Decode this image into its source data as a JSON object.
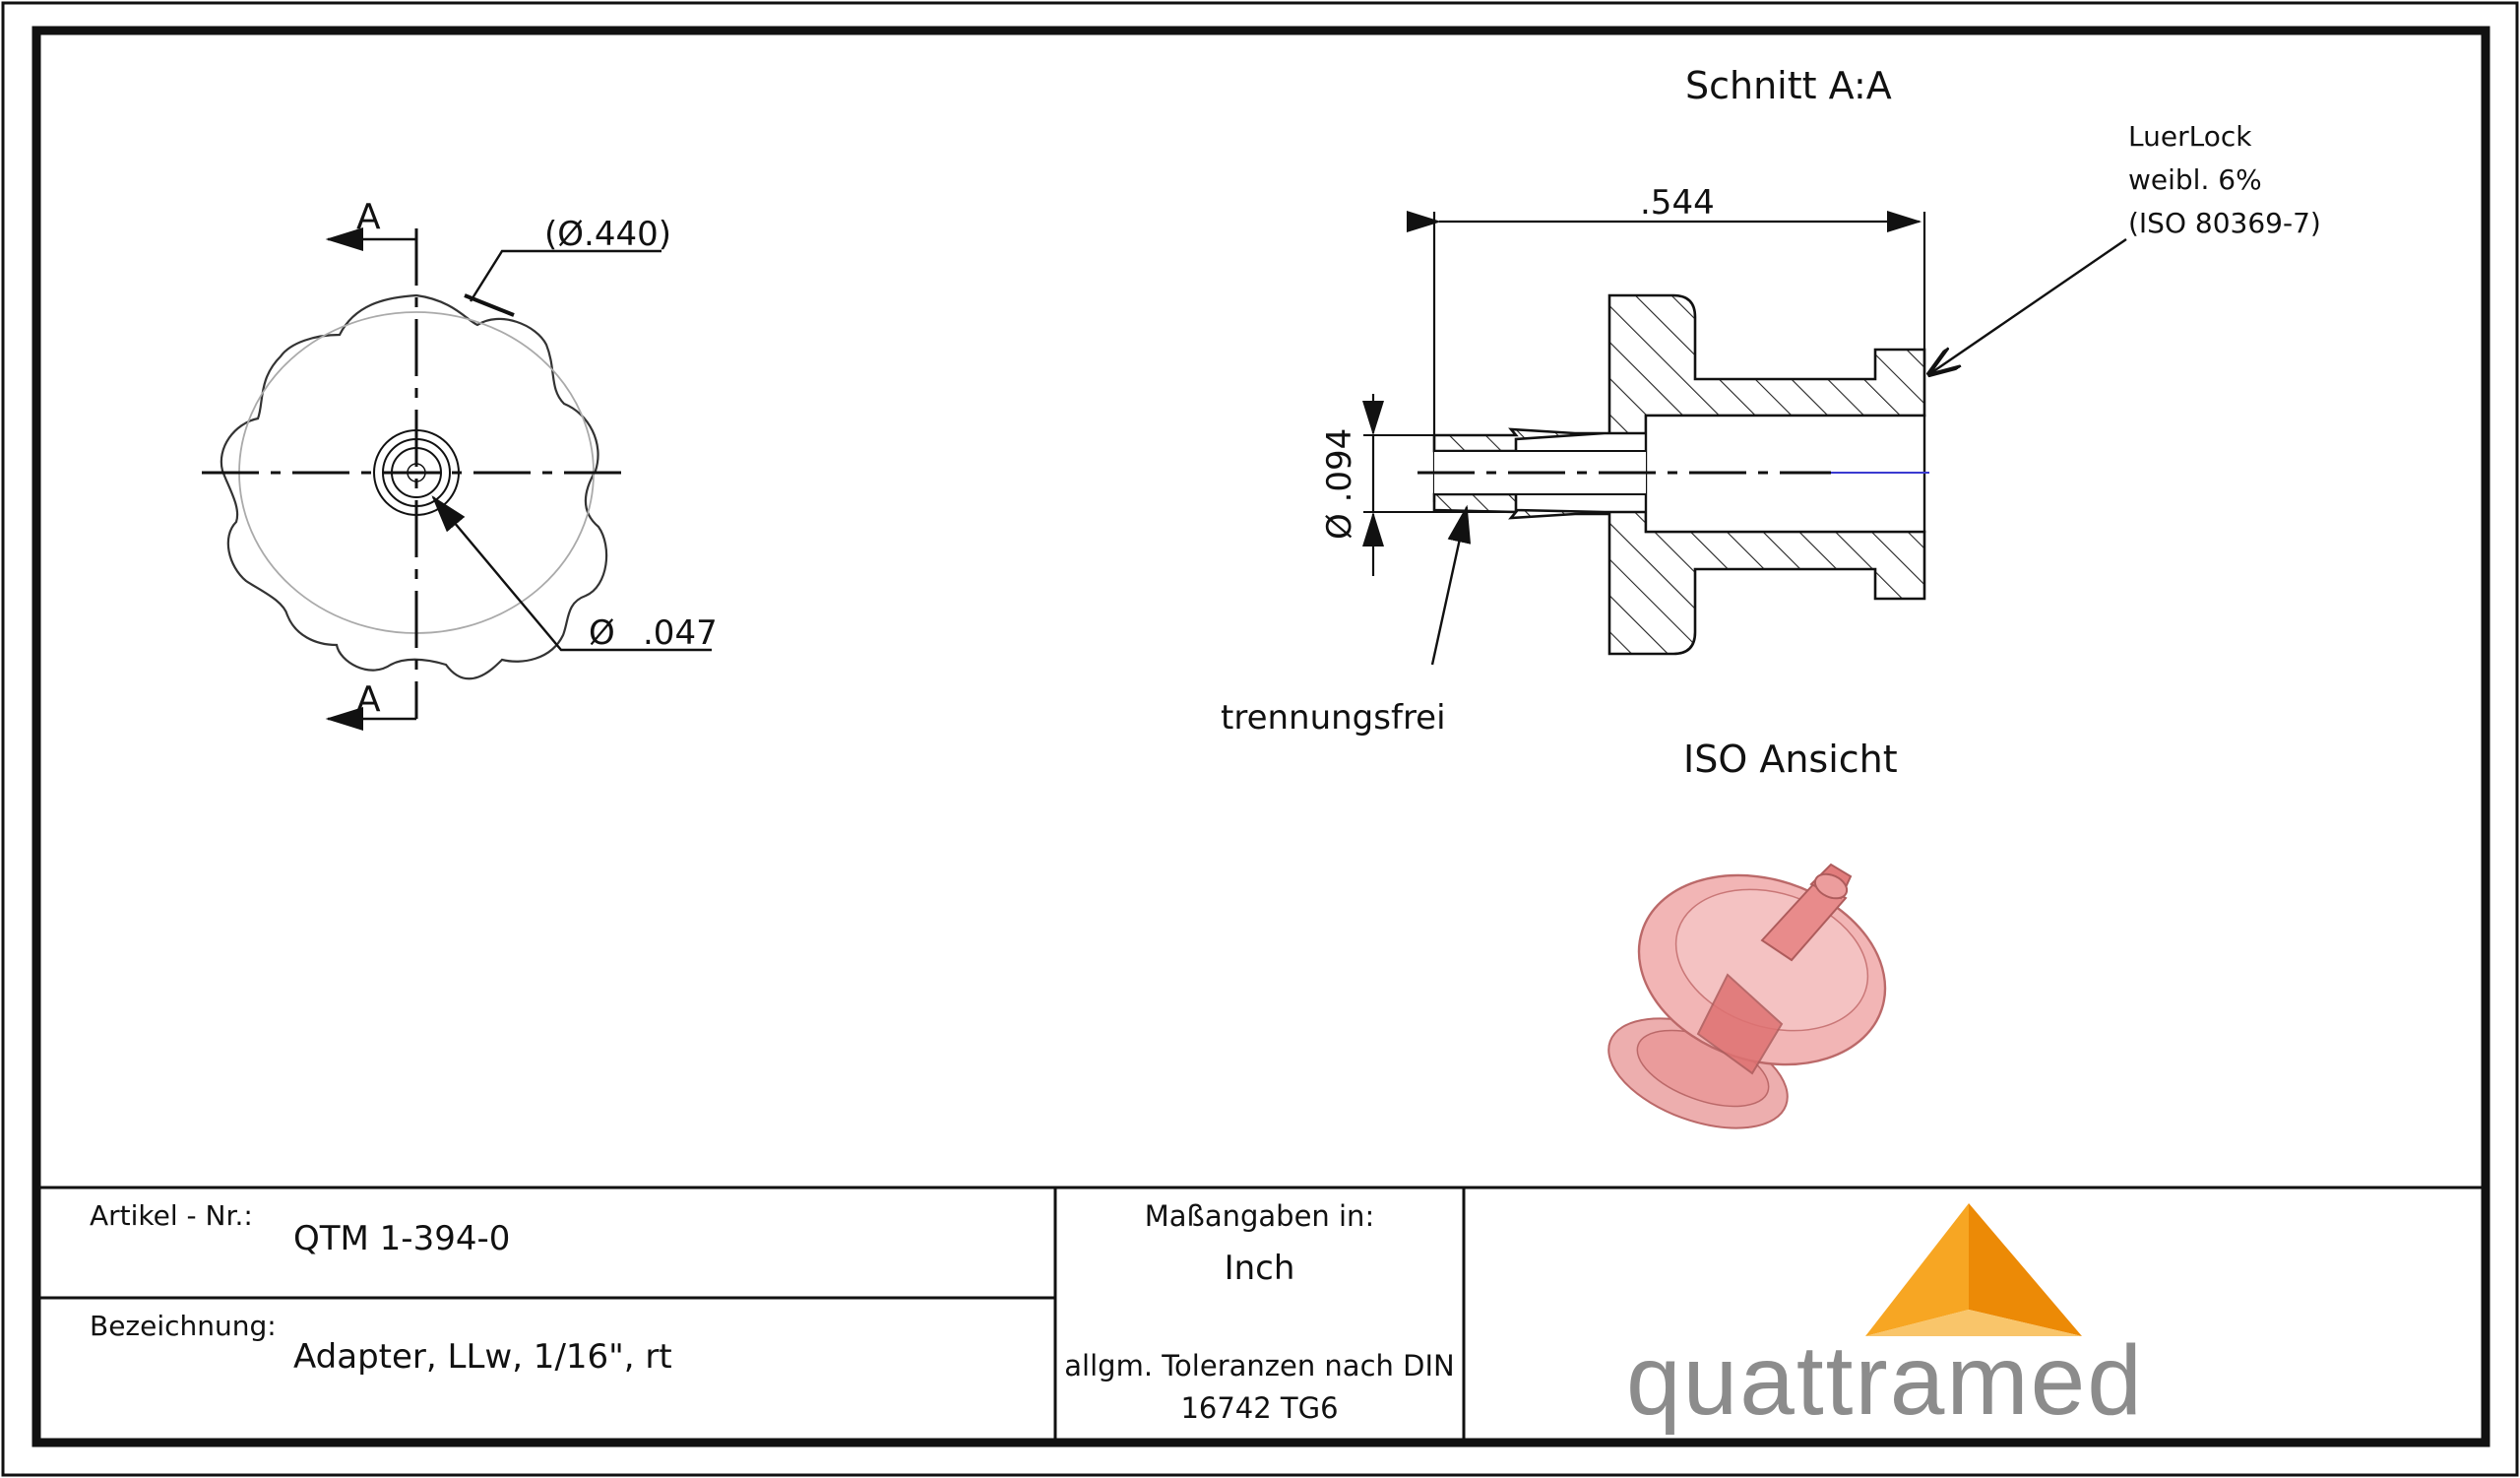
{
  "front_view": {
    "section_marker": "A",
    "diameter_ref": "(Ø.440)",
    "diameter_bore_symbol": "Ø",
    "diameter_bore_value": ".047"
  },
  "section_view": {
    "title": "Schnitt A:A",
    "length_dim": ".544",
    "diameter_dim": "Ø .094",
    "callout_free": "trennungsfrei",
    "callout_luer_line1": "LuerLock",
    "callout_luer_line2": "weibl. 6%",
    "callout_luer_line3": "(ISO 80369-7)"
  },
  "iso_view": {
    "title": "ISO Ansicht",
    "part_color": "#e56a6a"
  },
  "title_block": {
    "article_label": "Artikel - Nr.:",
    "article_value": "QTM 1-394-0",
    "desc_label": "Bezeichnung:",
    "desc_value": "Adapter, LLw, 1/16\", rt",
    "units_label": "Maßangaben in:",
    "units_value": "Inch",
    "tolerance_line1": "allgm. Toleranzen nach DIN",
    "tolerance_line2": "16742 TG6",
    "logo_text": "quattramed",
    "logo_colors": [
      "#f7a623",
      "#f9c56a",
      "#ec8a06"
    ],
    "logo_text_color": "#8c8c8c"
  }
}
